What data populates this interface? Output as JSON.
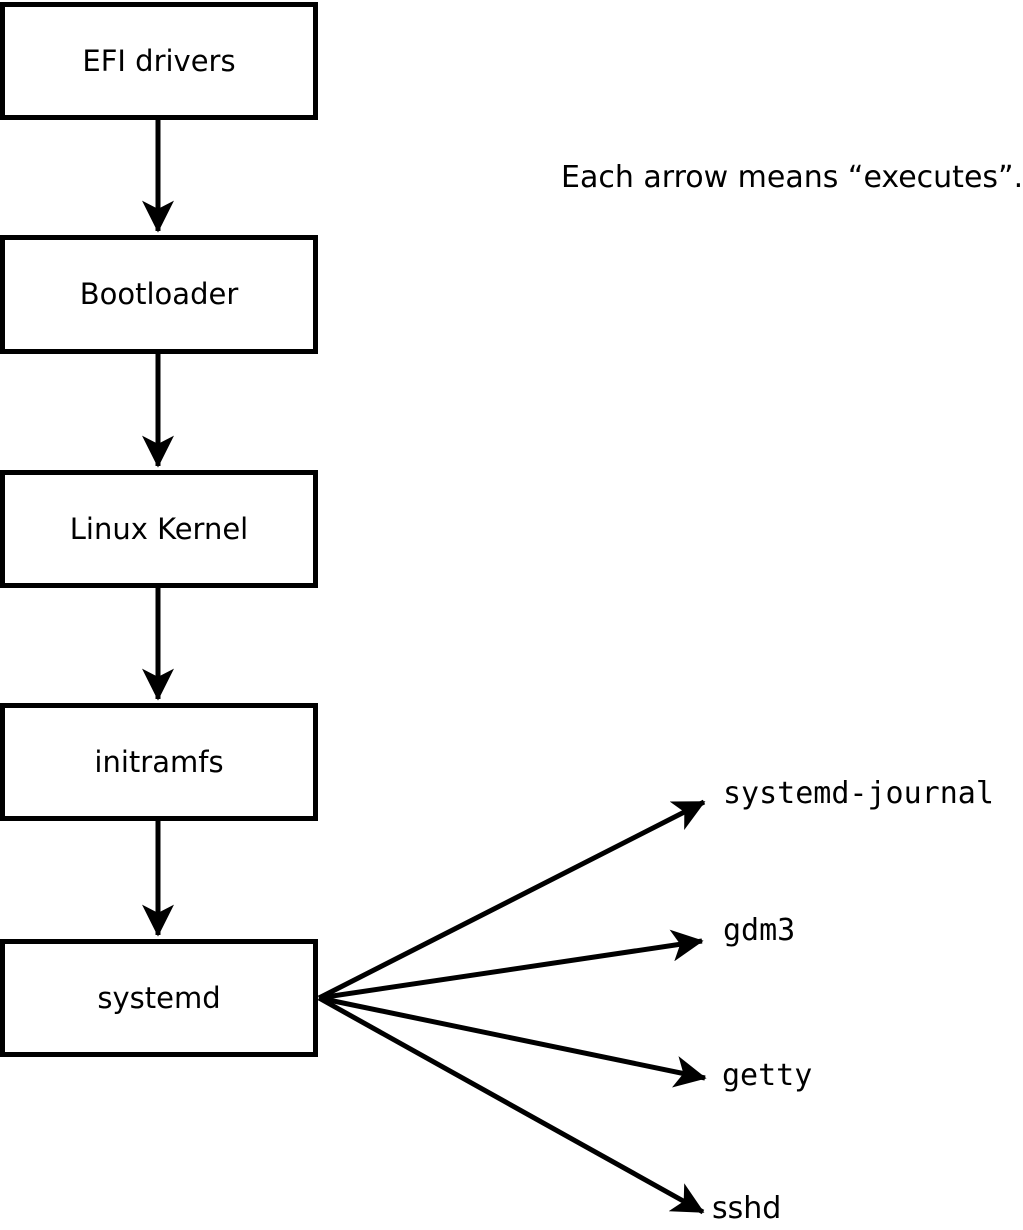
{
  "note": {
    "text": "Each arrow means “executes”."
  },
  "chain": [
    {
      "id": "efi-drivers",
      "label": "EFI drivers"
    },
    {
      "id": "bootloader",
      "label": "Bootloader"
    },
    {
      "id": "linux-kernel",
      "label": "Linux Kernel"
    },
    {
      "id": "initramfs",
      "label": "initramfs"
    },
    {
      "id": "systemd",
      "label": "systemd"
    }
  ],
  "spawned": [
    {
      "id": "systemd-journal",
      "label": "systemd-journal"
    },
    {
      "id": "gdm3",
      "label": "gdm3"
    },
    {
      "id": "getty",
      "label": "getty"
    },
    {
      "id": "sshd",
      "label": "sshd"
    }
  ],
  "colors": {
    "line": "#000000",
    "background": "#ffffff",
    "box_fill": "#ffffff"
  }
}
